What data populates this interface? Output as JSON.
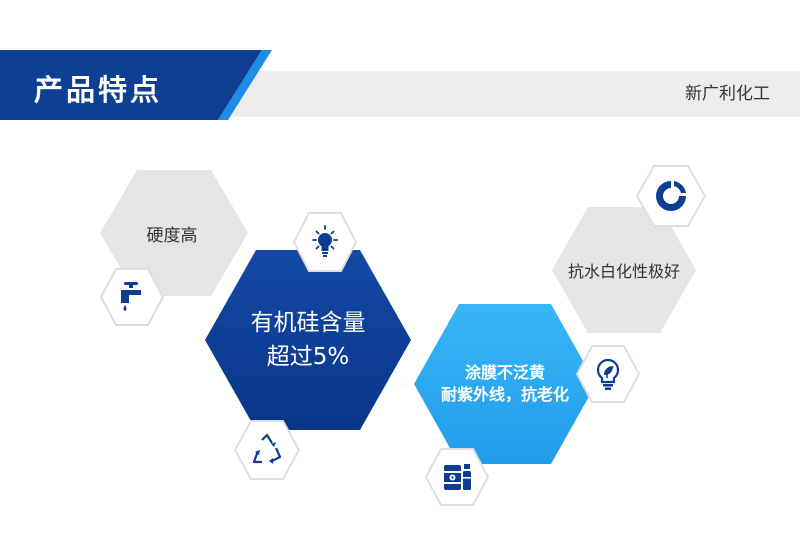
{
  "header": {
    "title": "产品特点",
    "brand": "新广利化工"
  },
  "features": [
    {
      "label": "硬度高",
      "style": "gray"
    },
    {
      "lines": [
        "有机硅含量",
        "超过5%"
      ],
      "style": "dark-blue"
    },
    {
      "lines": [
        "涂膜不泛黄",
        "耐紫外线，抗老化"
      ],
      "style": "light-blue"
    },
    {
      "label": "抗水白化性极好",
      "style": "gray"
    }
  ],
  "icons": [
    "faucet-icon",
    "lightbulb-icon",
    "recycle-icon",
    "logo-icon",
    "eco-bulb-icon",
    "barrel-icon"
  ],
  "colors": {
    "header_blue": "#0d3f93",
    "accent_blue": "#1e8be6",
    "header_band": "#ededed",
    "dark_hex": "#0b3e96",
    "light_hex": "#29a9f3",
    "gray_hex": "#e5e5e5",
    "icon_blue": "#0c3d91"
  }
}
